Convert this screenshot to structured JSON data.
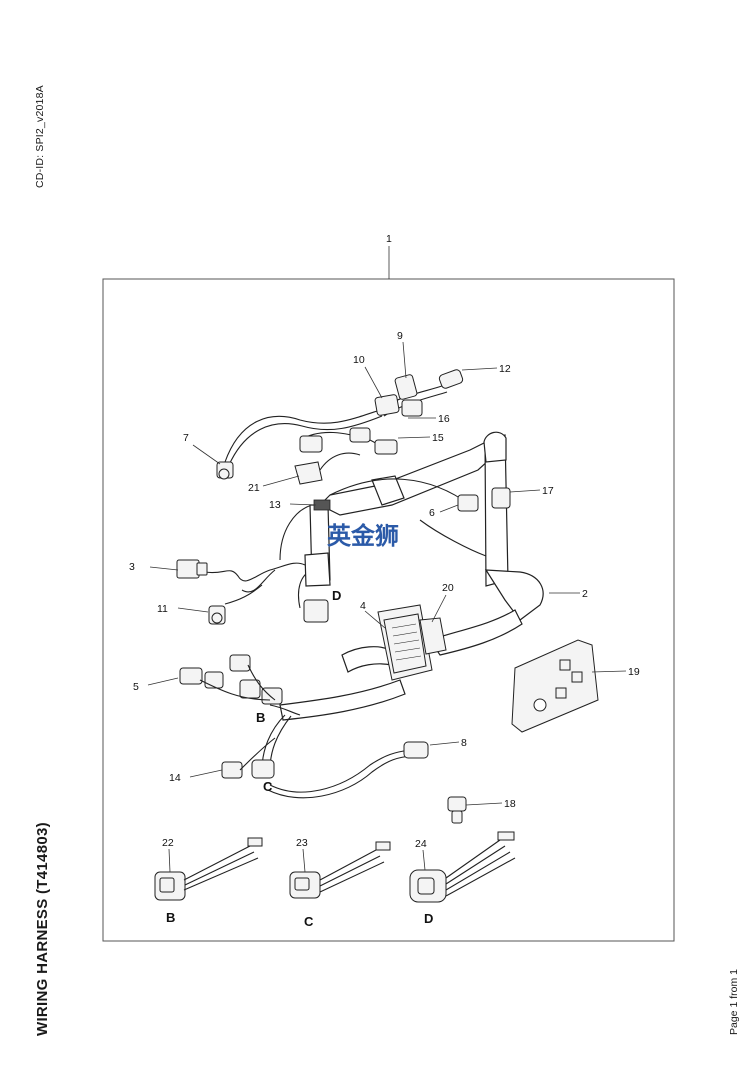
{
  "header": {
    "cd_id": "CD-ID: SPI2_v2018A"
  },
  "footer": {
    "title": "WIRING HARNESS (T414803)",
    "page_info": "Page 1 from 1"
  },
  "watermark": {
    "text": "英金狮",
    "color": "#2b5aa8"
  },
  "assembly_callout": "1",
  "callouts": [
    "2",
    "3",
    "4",
    "5",
    "6",
    "7",
    "8",
    "9",
    "10",
    "11",
    "12",
    "13",
    "14",
    "15",
    "16",
    "17",
    "18",
    "19",
    "20",
    "21",
    "22",
    "23",
    "24"
  ],
  "view_letters": {
    "B": "B",
    "C": "C",
    "D": "D"
  }
}
